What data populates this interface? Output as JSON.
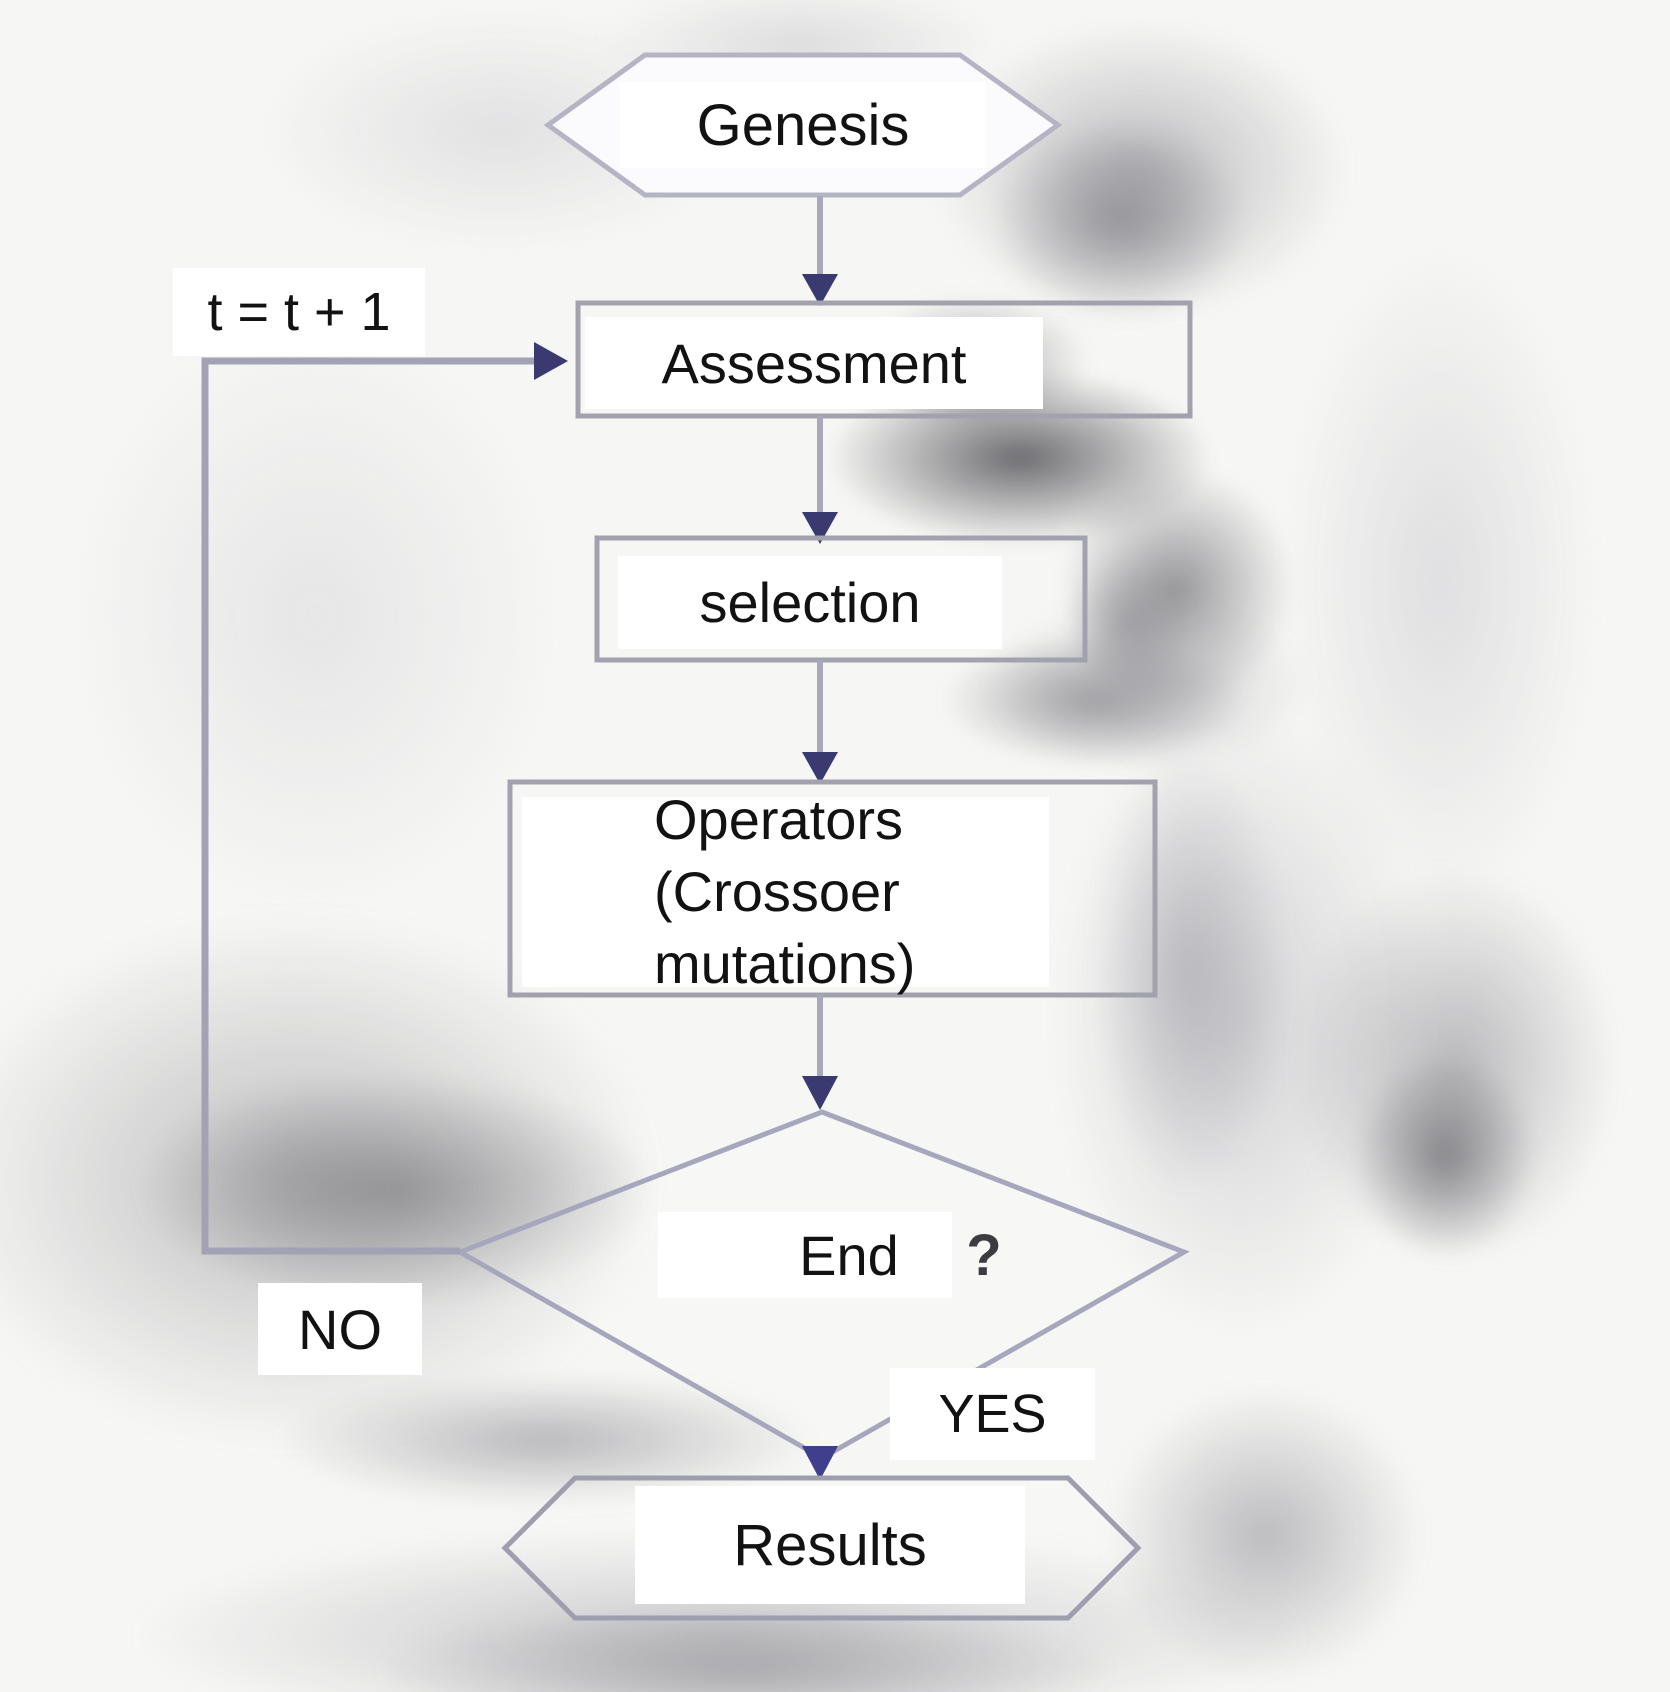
{
  "flowchart": {
    "nodes": {
      "genesis": {
        "label": "Genesis"
      },
      "assessment": {
        "label": "Assessment"
      },
      "selection": {
        "label": "selection"
      },
      "operators": {
        "lines": [
          "Operators",
          "(Crossoer",
          "mutations)"
        ]
      },
      "end_decision": {
        "label": "End",
        "question_mark": "?"
      },
      "results": {
        "label": "Results"
      }
    },
    "edge_labels": {
      "loop": "t = t + 1",
      "no": "NO",
      "yes": "YES"
    },
    "colors": {
      "connector_line": "#a8a8b8",
      "arrowhead": "#3a3a70",
      "shape_border": "#a2a2b2",
      "node_fill": "#ffffff",
      "text": "#121212"
    }
  }
}
